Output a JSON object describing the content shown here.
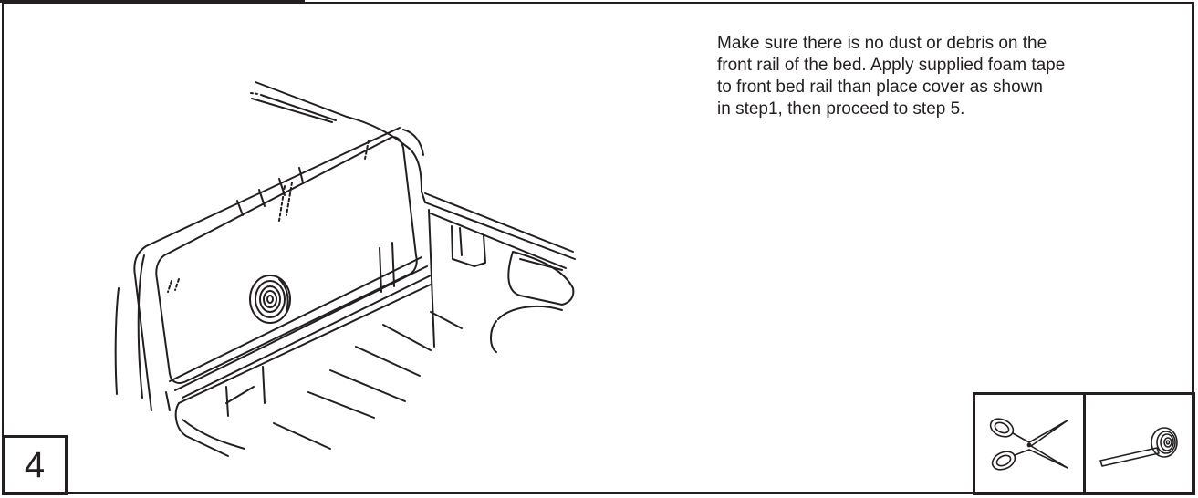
{
  "step": {
    "number": "4"
  },
  "instructions": {
    "lines": [
      "Make sure there is no dust or debris on the",
      "front rail of the bed.  Apply supplied foam tape",
      "to front bed rail  than place cover as  shown",
      "in step1, then proceed to step 5."
    ]
  },
  "tools": [
    {
      "icon": "scissors-icon"
    },
    {
      "icon": "foam-tape-roll-icon"
    }
  ],
  "illustration": {
    "subject": "truck-bed-with-foam-tape-roll"
  }
}
